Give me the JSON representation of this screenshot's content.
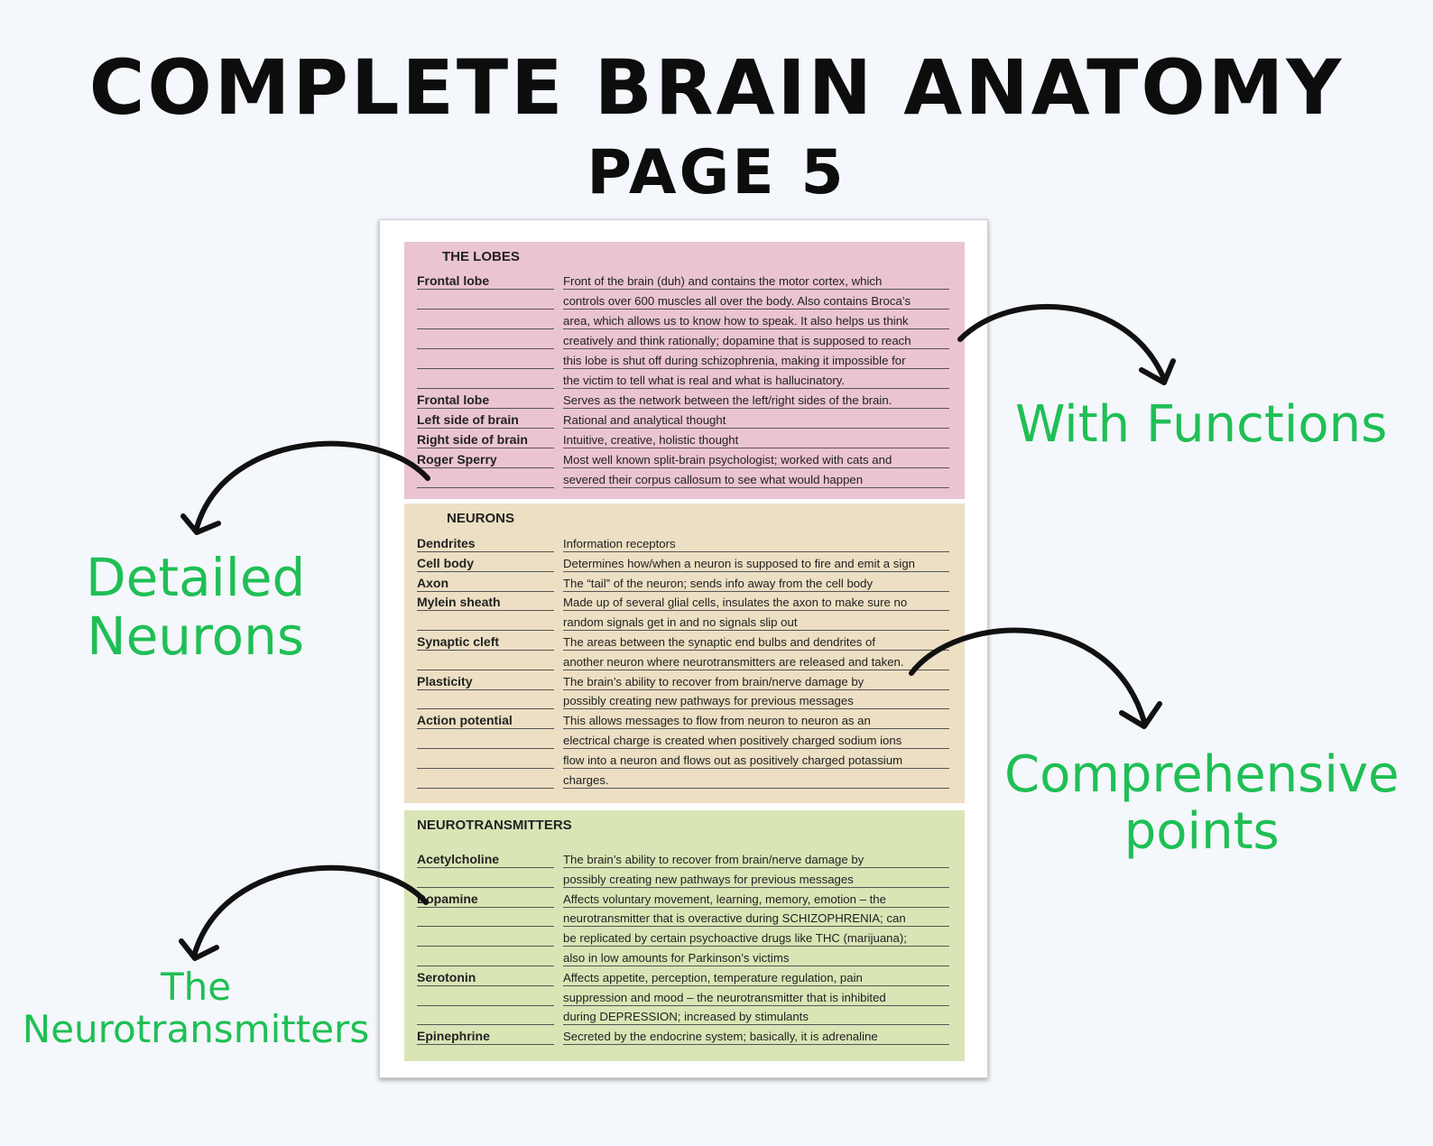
{
  "header": {
    "title": "COMPLETE BRAIN ANATOMY",
    "subtitle": "PAGE 5"
  },
  "sections": [
    {
      "title": "THE LOBES",
      "rows": [
        {
          "term": "Frontal lobe",
          "lines": [
            "Front of the brain (duh) and contains the motor cortex, which",
            "controls over 600 muscles all over the body. Also contains Broca’s",
            "area, which allows us to know how to speak. It also helps us think",
            "creatively and think rationally; dopamine that is supposed to reach",
            "this lobe is shut off during schizophrenia, making it impossible for",
            "the victim to tell what is real and what is hallucinatory."
          ]
        },
        {
          "term": "Frontal lobe",
          "lines": [
            "Serves as the network between the left/right sides of the brain."
          ]
        },
        {
          "term": "Left side of brain",
          "lines": [
            "Rational and analytical thought"
          ]
        },
        {
          "term": "Right side of brain",
          "lines": [
            "Intuitive, creative, holistic thought"
          ]
        },
        {
          "term": "Roger Sperry",
          "lines": [
            "Most well known split-brain psychologist; worked with cats and",
            "severed their corpus callosum to see what would happen"
          ]
        }
      ]
    },
    {
      "title": "NEURONS",
      "rows": [
        {
          "term": "Dendrites",
          "lines": [
            "Information receptors"
          ]
        },
        {
          "term": "Cell body",
          "lines": [
            "Determines how/when a neuron is supposed to fire and emit a sign"
          ]
        },
        {
          "term": "Axon",
          "lines": [
            "The “tail” of the neuron; sends info away from the cell body"
          ]
        },
        {
          "term": "Mylein sheath",
          "lines": [
            "Made up of several glial cells, insulates the axon to make sure no",
            "random signals get in and no signals slip out"
          ]
        },
        {
          "term": "Synaptic cleft",
          "lines": [
            "The areas between the synaptic end bulbs and dendrites of",
            "another neuron where neurotransmitters are released and taken."
          ]
        },
        {
          "term": "Plasticity",
          "lines": [
            "The brain’s ability to recover from brain/nerve damage by",
            "possibly creating new pathways for previous messages"
          ]
        },
        {
          "term": "Action potential",
          "lines": [
            "This allows messages to flow from neuron to neuron as an",
            "electrical charge is created when positively charged sodium ions",
            "flow into a neuron and flows out as positively charged potassium",
            "charges."
          ]
        }
      ]
    },
    {
      "title": "NEUROTRANSMITTERS",
      "rows": [
        {
          "term": "Acetylcholine",
          "lines": [
            "The brain’s ability to recover from brain/nerve damage by",
            "possibly creating new pathways for previous messages"
          ]
        },
        {
          "term": "Dopamine",
          "lines": [
            "Affects voluntary movement, learning, memory, emotion – the",
            "neurotransmitter that is overactive during SCHIZOPHRENIA; can",
            "be replicated by certain psychoactive drugs like THC (marijuana);",
            "also in low amounts for Parkinson’s victims"
          ]
        },
        {
          "term": "Serotonin",
          "lines": [
            "Affects appetite, perception, temperature regulation, pain",
            "suppression and mood – the neurotransmitter that is inhibited",
            "during DEPRESSION; increased by stimulants"
          ]
        },
        {
          "term": "Epinephrine",
          "lines": [
            "Secreted by the endocrine system; basically, it is adrenaline"
          ]
        }
      ]
    }
  ],
  "callouts": {
    "functions": "With Functions",
    "neurons": [
      "Detailed",
      "Neurons"
    ],
    "points": [
      "Comprehensive",
      "points"
    ],
    "neurotransmitters": [
      "The",
      "Neurotransmitters"
    ]
  },
  "colors": {
    "accent_green": "#1fbf55",
    "lobes_bg": "#ebc4d1",
    "neurons_bg": "#ecdfc3",
    "neurotransmitters_bg": "#dae5b6"
  }
}
